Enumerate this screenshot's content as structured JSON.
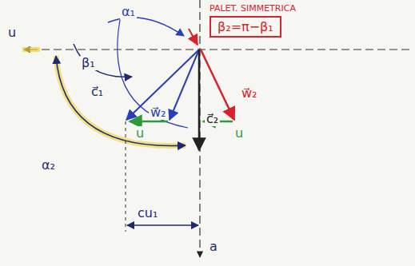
{
  "diagram": {
    "nodes": [
      {
        "text": [
          "PALET. SIMMETRICA",
          "β₂=π−β₁"
        ]
      }
    ],
    "labels": [
      "u",
      "α₁",
      "β₁",
      "c⃗₁",
      "w⃗₂",
      "c⃗₂",
      "w⃗₂",
      "α₂",
      "u",
      "u",
      "cu₁",
      "a"
    ]
  }
}
